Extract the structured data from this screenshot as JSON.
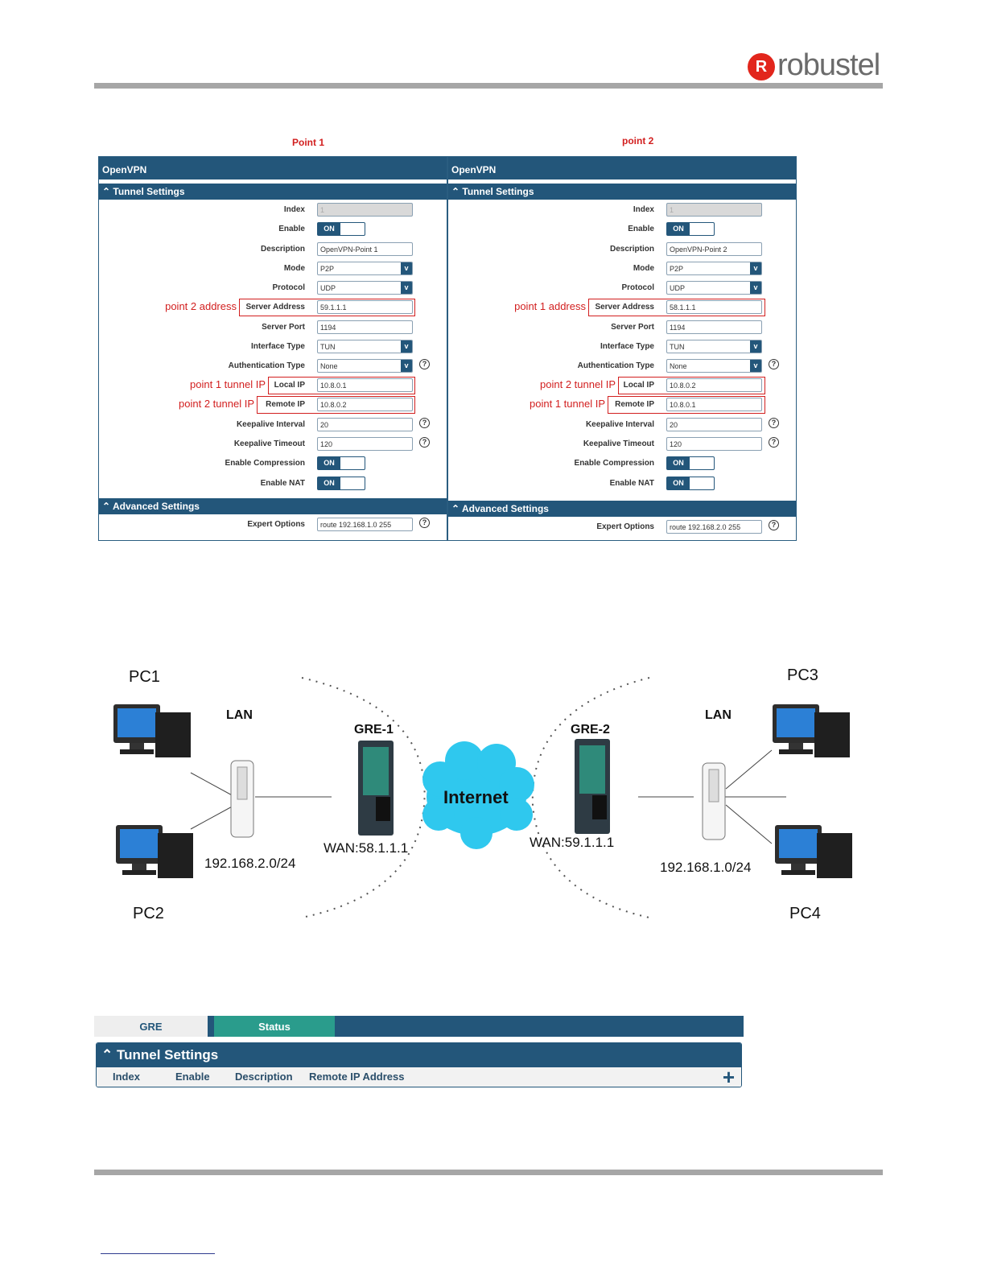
{
  "header": {
    "logo_mark": "R",
    "logo_text": "robustel"
  },
  "panels": [
    {
      "point_title": "Point 1",
      "title": "OpenVPN",
      "tunnel_section": "Tunnel Settings",
      "advanced_section": "Advanced Settings",
      "fields": {
        "index": {
          "label": "Index",
          "value": "1"
        },
        "enable": {
          "label": "Enable",
          "value": "ON"
        },
        "description": {
          "label": "Description",
          "value": "OpenVPN-Point 1"
        },
        "mode": {
          "label": "Mode",
          "value": "P2P"
        },
        "protocol": {
          "label": "Protocol",
          "value": "UDP"
        },
        "server_address": {
          "label": "Server Address",
          "value": "59.1.1.1"
        },
        "server_port": {
          "label": "Server Port",
          "value": "1194"
        },
        "interface_type": {
          "label": "Interface Type",
          "value": "TUN"
        },
        "auth_type": {
          "label": "Authentication Type",
          "value": "None"
        },
        "local_ip": {
          "label": "Local IP",
          "value": "10.8.0.1"
        },
        "remote_ip": {
          "label": "Remote IP",
          "value": "10.8.0.2"
        },
        "keepalive_interval": {
          "label": "Keepalive Interval",
          "value": "20"
        },
        "keepalive_timeout": {
          "label": "Keepalive Timeout",
          "value": "120"
        },
        "enable_compression": {
          "label": "Enable Compression",
          "value": "ON"
        },
        "enable_nat": {
          "label": "Enable NAT",
          "value": "ON"
        },
        "expert_options": {
          "label": "Expert Options",
          "value": "route 192.168.1.0 255"
        }
      },
      "annotations": {
        "server": "point 2 address",
        "local": "point 1 tunnel IP",
        "remote": "point 2 tunnel IP"
      }
    },
    {
      "point_title": "point 2",
      "title": "OpenVPN",
      "tunnel_section": "Tunnel Settings",
      "advanced_section": "Advanced Settings",
      "fields": {
        "index": {
          "label": "Index",
          "value": "1"
        },
        "enable": {
          "label": "Enable",
          "value": "ON"
        },
        "description": {
          "label": "Description",
          "value": "OpenVPN-Point 2"
        },
        "mode": {
          "label": "Mode",
          "value": "P2P"
        },
        "protocol": {
          "label": "Protocol",
          "value": "UDP"
        },
        "server_address": {
          "label": "Server Address",
          "value": "58.1.1.1"
        },
        "server_port": {
          "label": "Server Port",
          "value": "1194"
        },
        "interface_type": {
          "label": "Interface Type",
          "value": "TUN"
        },
        "auth_type": {
          "label": "Authentication Type",
          "value": "None"
        },
        "local_ip": {
          "label": "Local IP",
          "value": "10.8.0.2"
        },
        "remote_ip": {
          "label": "Remote IP",
          "value": "10.8.0.1"
        },
        "keepalive_interval": {
          "label": "Keepalive Interval",
          "value": "20"
        },
        "keepalive_timeout": {
          "label": "Keepalive Timeout",
          "value": "120"
        },
        "enable_compression": {
          "label": "Enable Compression",
          "value": "ON"
        },
        "enable_nat": {
          "label": "Enable NAT",
          "value": "ON"
        },
        "expert_options": {
          "label": "Expert Options",
          "value": "route 192.168.2.0 255"
        }
      },
      "annotations": {
        "server": "point 1 address",
        "local": "point 2 tunnel IP",
        "remote": "point 1 tunnel IP"
      }
    }
  ],
  "diagram": {
    "pc1": "PC1",
    "pc2": "PC2",
    "pc3": "PC3",
    "pc4": "PC4",
    "lan_left": "LAN",
    "lan_right": "LAN",
    "router_left": "GRE-1",
    "router_right": "GRE-2",
    "internet": "Internet",
    "wan_left": "WAN:58.1.1.1",
    "wan_right": "WAN:59.1.1.1",
    "subnet_left": "192.168.2.0/24",
    "subnet_right": "192.168.1.0/24"
  },
  "gre": {
    "tabs": [
      "GRE",
      "Status"
    ],
    "section": "Tunnel Settings",
    "columns": [
      "Index",
      "Enable",
      "Description",
      "Remote IP Address"
    ],
    "add": "+"
  },
  "colors": {
    "header_blue": "#23567a",
    "status_tab": "#2a9c8c",
    "annotation_red": "#d21f1f"
  }
}
